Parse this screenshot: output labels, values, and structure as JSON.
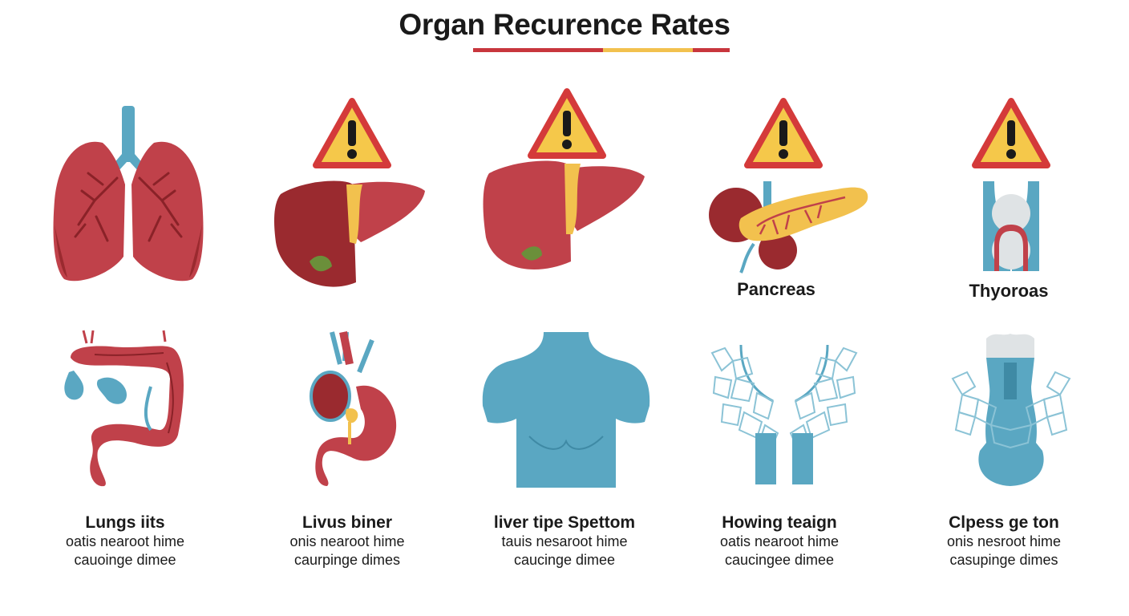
{
  "title": "Organ Recurence Rates",
  "colors": {
    "red_accent": "#c8363d",
    "yellow_accent": "#f2c14e",
    "organ_red": "#c0414a",
    "organ_dark_red": "#9a2a2f",
    "vessel_blue": "#5aa7c2",
    "warning_fill": "#f5c84a",
    "warning_stroke": "#d43a3a"
  },
  "top_row": [
    {
      "id": "lungs",
      "icon": "lungs-icon",
      "warning": false,
      "label": ""
    },
    {
      "id": "liver-1",
      "icon": "liver-icon",
      "warning": true,
      "label": ""
    },
    {
      "id": "liver-2",
      "icon": "liver-icon",
      "warning": true,
      "label": ""
    },
    {
      "id": "pancreas",
      "icon": "pancreas-icon",
      "warning": true,
      "label": "Pancreas"
    },
    {
      "id": "thyroid",
      "icon": "throat-icon",
      "warning": true,
      "label": "Thyoroas"
    }
  ],
  "bottom_row": [
    {
      "id": "colon",
      "icon": "colon-icon",
      "heading": "Lungs iits",
      "line1": "oatis nearoot hime",
      "line2": "cauoinge dimee"
    },
    {
      "id": "stomach",
      "icon": "stomach-icon",
      "heading": "Livus biner",
      "line1": "onis nearoot hime",
      "line2": "caurpinge dimes"
    },
    {
      "id": "breast",
      "icon": "torso-icon",
      "heading": "liver tipe Spettom",
      "line1": "tauis nesaroot hime",
      "line2": "caucinge dimee"
    },
    {
      "id": "lung-tissue",
      "icon": "lung-tissue-icon",
      "heading": "Howing teaign",
      "line1": "oatis nearoot hime",
      "line2": "caucingee dimee"
    },
    {
      "id": "airway",
      "icon": "airway-icon",
      "heading": "Clpess ge ton",
      "line1": "onis nesroot hime",
      "line2": "casupinge dimes"
    }
  ]
}
